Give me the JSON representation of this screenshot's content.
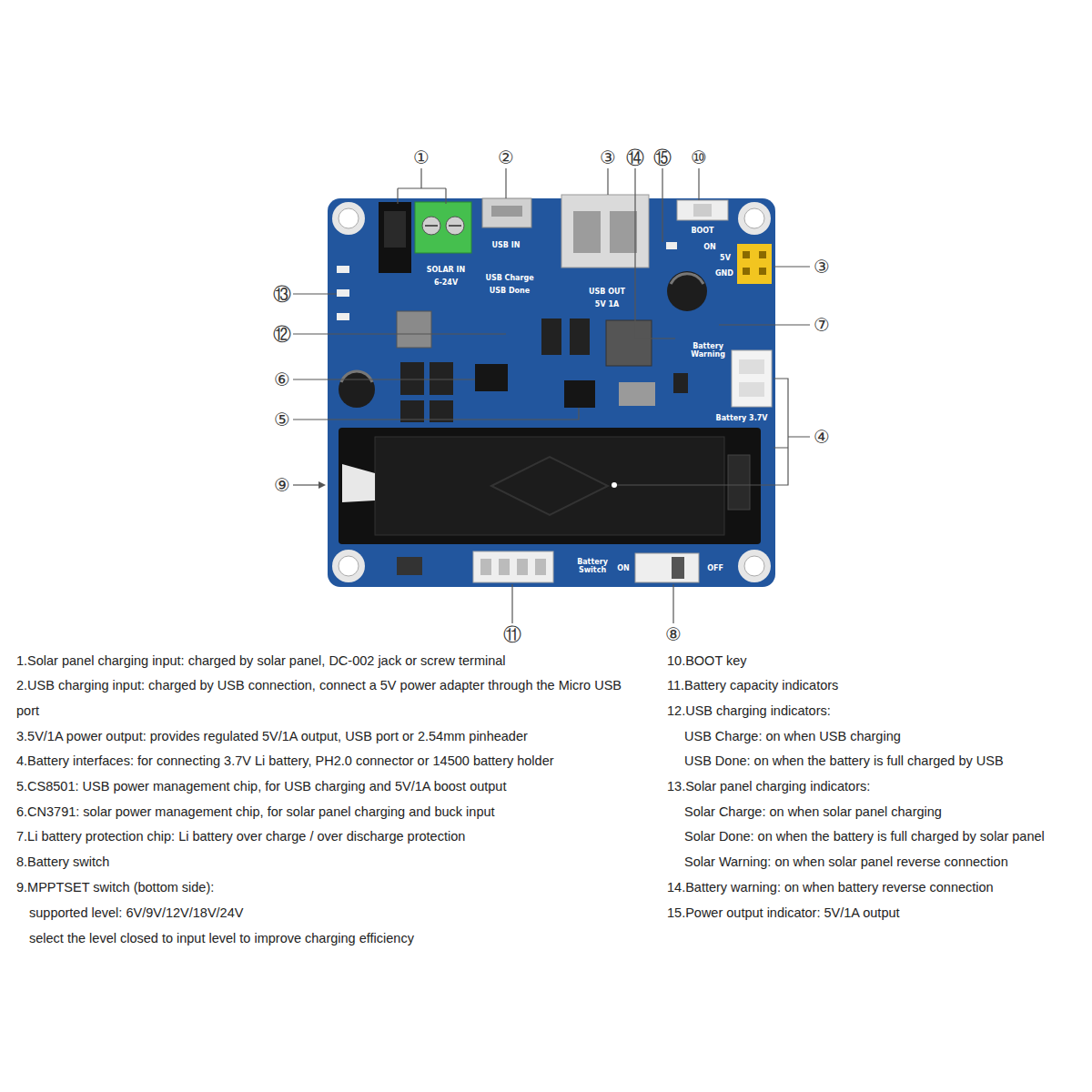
{
  "diagram": {
    "labels": [
      "①",
      "②",
      "③",
      "⑭",
      "⑮",
      "⑩",
      "③",
      "⑬",
      "⑫",
      "⑦",
      "⑥",
      "⑤",
      "④",
      "⑨",
      "⑪",
      "⑧",
      "SOLAR IN",
      "6-24V",
      "USB IN",
      "USB Charge",
      "USB Done",
      "USB OUT",
      "5V 1A",
      "BOOT",
      "ON",
      "5V",
      "GND",
      "Battery Warning",
      "Battery 3.7V",
      "Battery Switch",
      "ON",
      "OFF",
      "1.Solar panel charging input: charged by solar panel, DC-002 jack or screw terminal",
      "2.USB charging input: charged by USB connection, connect a 5V power adapter through the Micro USB port",
      "3.5V/1A power output: provides regulated 5V/1A output, USB port or 2.54mm pinheader",
      "4.Battery interfaces: for connecting 3.7V Li battery, PH2.0 connector or 14500 battery holder",
      "5.CS8501: USB power management chip, for USB charging and 5V/1A boost output",
      "6.CN3791: solar power management chip, for solar panel charging and buck input",
      "7.Li battery protection chip: Li battery over charge / over discharge protection",
      "8.Battery switch",
      "9.MPPTSET switch (bottom side):",
      "supported level: 6V/9V/12V/18V/24V",
      "select the level closed to input level to improve charging efficiency",
      "10.BOOT key",
      "11.Battery capacity indicators",
      "12.USB charging indicators:",
      "USB Charge: on when USB charging",
      "USB Done: on when the battery is full charged by USB",
      "13.Solar panel charging indicators:",
      "Solar Charge: on when solar panel charging",
      "Solar Done: on when the battery is full charged by solar panel",
      "Solar Warning: on when solar panel reverse connection",
      "14.Battery warning: on when battery reverse connection",
      "15.Power output indicator: 5V/1A output"
    ]
  }
}
